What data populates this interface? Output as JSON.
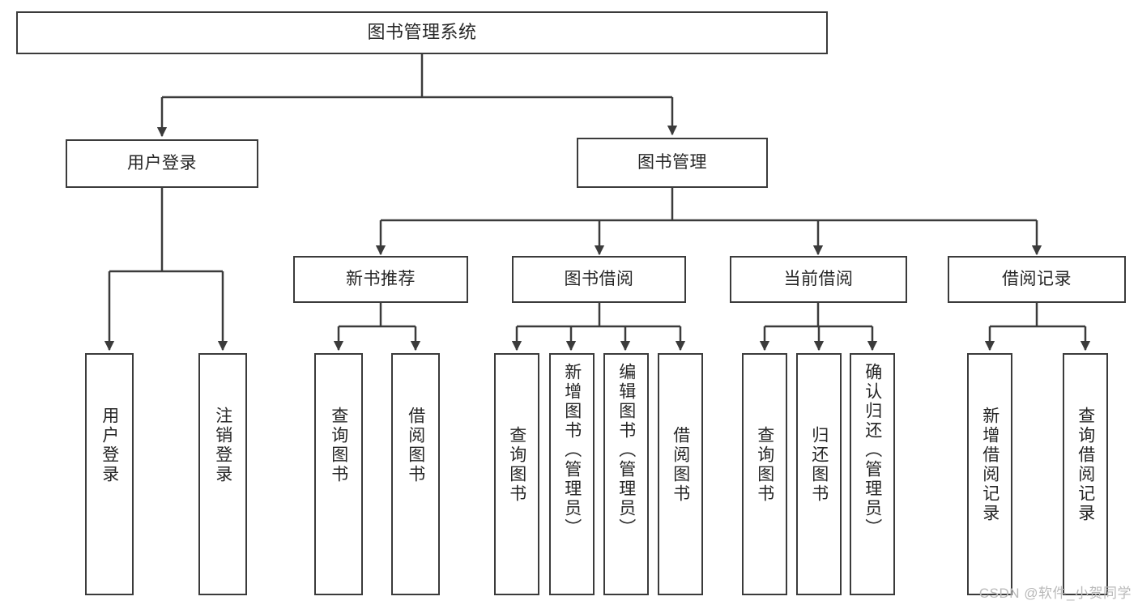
{
  "diagram": {
    "type": "hierarchy-tree",
    "title": "图书管理系统",
    "watermark": "CSDN @软件_小贺同学",
    "colors": {
      "stroke": "#3b3b3b",
      "fill": "#ffffff",
      "text": "#262626",
      "watermark": "#b9b9b9"
    },
    "levels": {
      "root": {
        "label": "图书管理系统"
      },
      "level1": [
        {
          "label": "用户登录"
        },
        {
          "label": "图书管理"
        }
      ],
      "level2": [
        {
          "label": "新书推荐"
        },
        {
          "label": "图书借阅"
        },
        {
          "label": "当前借阅"
        },
        {
          "label": "借阅记录"
        }
      ],
      "leaves": {
        "user_login": [
          {
            "label": "用户登录"
          },
          {
            "label": "注销登录"
          }
        ],
        "new_book_recommend": [
          {
            "label": "查询图书"
          },
          {
            "label": "借阅图书"
          }
        ],
        "book_borrow": [
          {
            "label": "查询图书"
          },
          {
            "label": "新增图书（管理员）"
          },
          {
            "label": "编辑图书（管理员）"
          },
          {
            "label": "借阅图书"
          }
        ],
        "current_borrow": [
          {
            "label": "查询图书"
          },
          {
            "label": "归还图书"
          },
          {
            "label": "确认归还（管理员）"
          }
        ],
        "borrow_record": [
          {
            "label": "新增借阅记录"
          },
          {
            "label": "查询借阅记录"
          }
        ]
      }
    }
  }
}
